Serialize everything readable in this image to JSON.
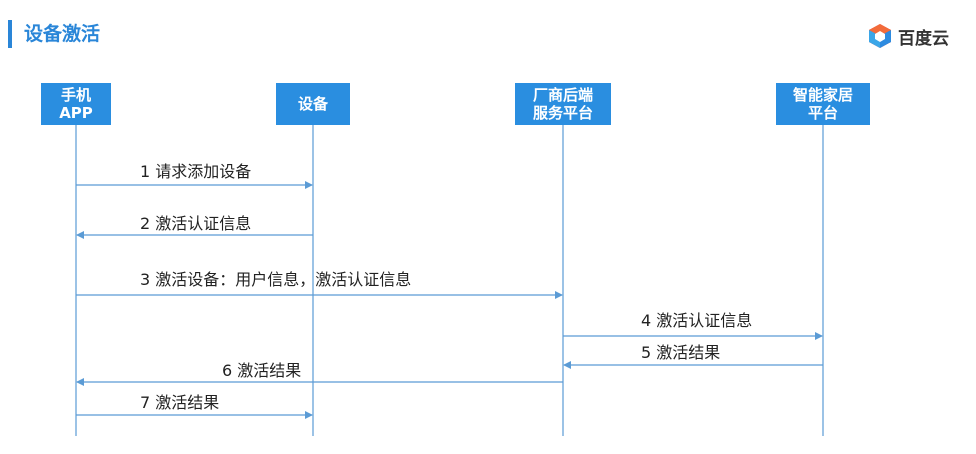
{
  "header": {
    "title": "设备激活",
    "logo_text": "百度云"
  },
  "actors": [
    {
      "label": "手机\nAPP"
    },
    {
      "label": "设备"
    },
    {
      "label": "厂商后端\n服务平台"
    },
    {
      "label": "智能家居\n平台"
    }
  ],
  "messages": [
    {
      "label": "1 请求添加设备",
      "from": 0,
      "to": 1
    },
    {
      "label": "2 激活认证信息",
      "from": 1,
      "to": 0
    },
    {
      "label": "3 激活设备：用户信息，激活认证信息",
      "from": 0,
      "to": 2
    },
    {
      "label": "4 激活认证信息",
      "from": 2,
      "to": 3
    },
    {
      "label": "5 激活结果",
      "from": 3,
      "to": 2
    },
    {
      "label": "6 激活结果",
      "from": 2,
      "to": 0
    },
    {
      "label": "7 激活结果",
      "from": 0,
      "to": 1
    }
  ],
  "colors": {
    "accent": "#2a86d8",
    "actor_fill": "#2a8ee0",
    "line": "#5b9bd5"
  }
}
